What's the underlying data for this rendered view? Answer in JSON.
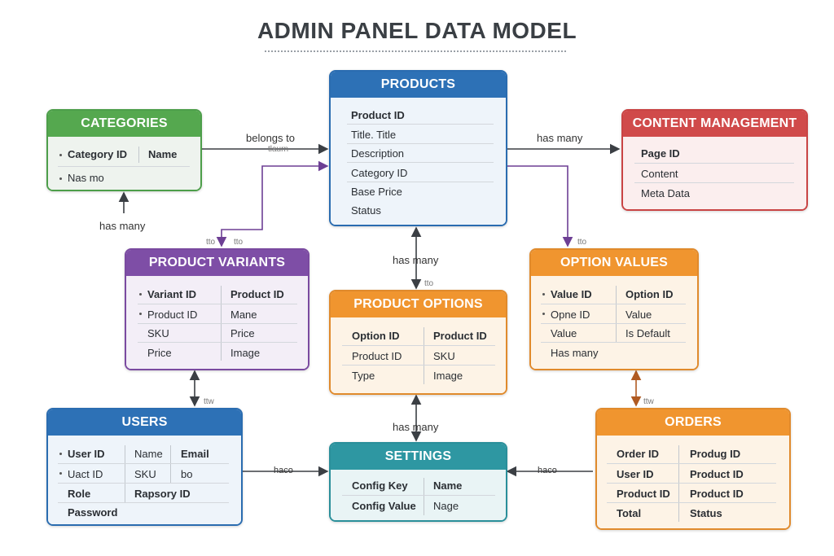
{
  "title": "ADMIN PANEL DATA MODEL",
  "colors": {
    "products": "#2d71b6",
    "categories": "#55a84f",
    "content_management": "#d04a4a",
    "product_variants": "#7e4ea6",
    "product_options": "#f0952f",
    "option_values": "#f0952f",
    "users": "#2d71b6",
    "settings": "#2e97a2",
    "orders": "#f0952f"
  },
  "entities": {
    "products": {
      "name": "PRODUCTS",
      "fields": [
        "Product ID",
        "Title. Title",
        "Description",
        "Category ID",
        "Base Price",
        "Status"
      ]
    },
    "categories": {
      "name": "CATEGORIES",
      "fields": [
        "Category ID",
        "Name",
        "Nas mo"
      ]
    },
    "content_management": {
      "name": "CONTENT MANAGEMENT",
      "fields": [
        "Page ID",
        "Content",
        "Meta Data"
      ]
    },
    "product_variants": {
      "name": "PRODUCT VARIANTS",
      "fields": [
        "Variant ID",
        "Product ID",
        "Product ID",
        "Mane",
        "SKU",
        "Price",
        "Price",
        "Image"
      ]
    },
    "product_options": {
      "name": "PRODUCT OPTIONS",
      "fields": [
        "Option ID",
        "Product ID",
        "Product ID",
        "SKU",
        "Type",
        "Image"
      ]
    },
    "option_values": {
      "name": "OPTION VALUES",
      "fields": [
        "Value ID",
        "Option ID",
        "Opne ID",
        "Value",
        "Value",
        "Is Default",
        "Has many"
      ]
    },
    "users": {
      "name": "USERS",
      "fields": [
        "User ID",
        "Name",
        "Email",
        "Uact ID",
        "SKU",
        "bo",
        "Role",
        "Rapsory ID",
        "Password"
      ]
    },
    "settings": {
      "name": "SETTINGS",
      "fields": [
        "Config Key",
        "Name",
        "Config Value",
        "Nage"
      ]
    },
    "orders": {
      "name": "ORDERS",
      "fields": [
        "Order ID",
        "Produg ID",
        "User ID",
        "Product ID",
        "Product ID",
        "Product ID",
        "Total",
        "Status"
      ]
    }
  },
  "relations": {
    "categories_products": "belongs to",
    "categories_products_sub": "tlaurn",
    "products_content": "has many",
    "categories_self": "has many",
    "products_options": "has many",
    "options_settings": "has many",
    "variants_top_a": "tto",
    "variants_top_b": "tto",
    "option_values_top": "tto",
    "options_top": "tto",
    "users_variants": "ttw",
    "orders_values": "ttw",
    "users_settings": "haco",
    "orders_settings": "haco"
  }
}
